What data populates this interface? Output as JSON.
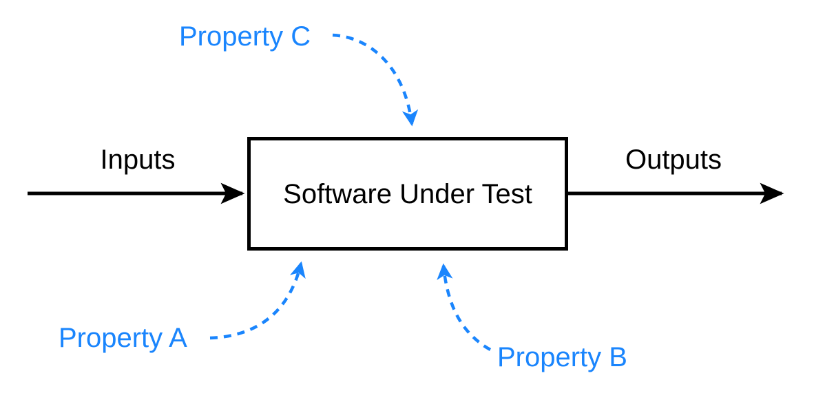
{
  "diagram": {
    "title": "Software Under Test property-based testing diagram",
    "colors": {
      "accent_blue": "#1a85fd",
      "line_black": "#000000",
      "background": "#ffffff"
    },
    "sut_box": {
      "label": "Software Under Test"
    },
    "flows": [
      {
        "id": "inputs",
        "label": "Inputs",
        "direction": "left-to-right",
        "color": "#000000",
        "style": "solid"
      },
      {
        "id": "outputs",
        "label": "Outputs",
        "direction": "left-to-right",
        "color": "#000000",
        "style": "solid"
      }
    ],
    "properties": [
      {
        "id": "property-a",
        "label": "Property A",
        "color": "#1a85fd",
        "style": "dashed",
        "points_to": "sut-box-bottom-left"
      },
      {
        "id": "property-b",
        "label": "Property B",
        "color": "#1a85fd",
        "style": "dashed",
        "points_to": "sut-box-bottom-center"
      },
      {
        "id": "property-c",
        "label": "Property C",
        "color": "#1a85fd",
        "style": "dashed",
        "points_to": "sut-box-top"
      }
    ]
  }
}
